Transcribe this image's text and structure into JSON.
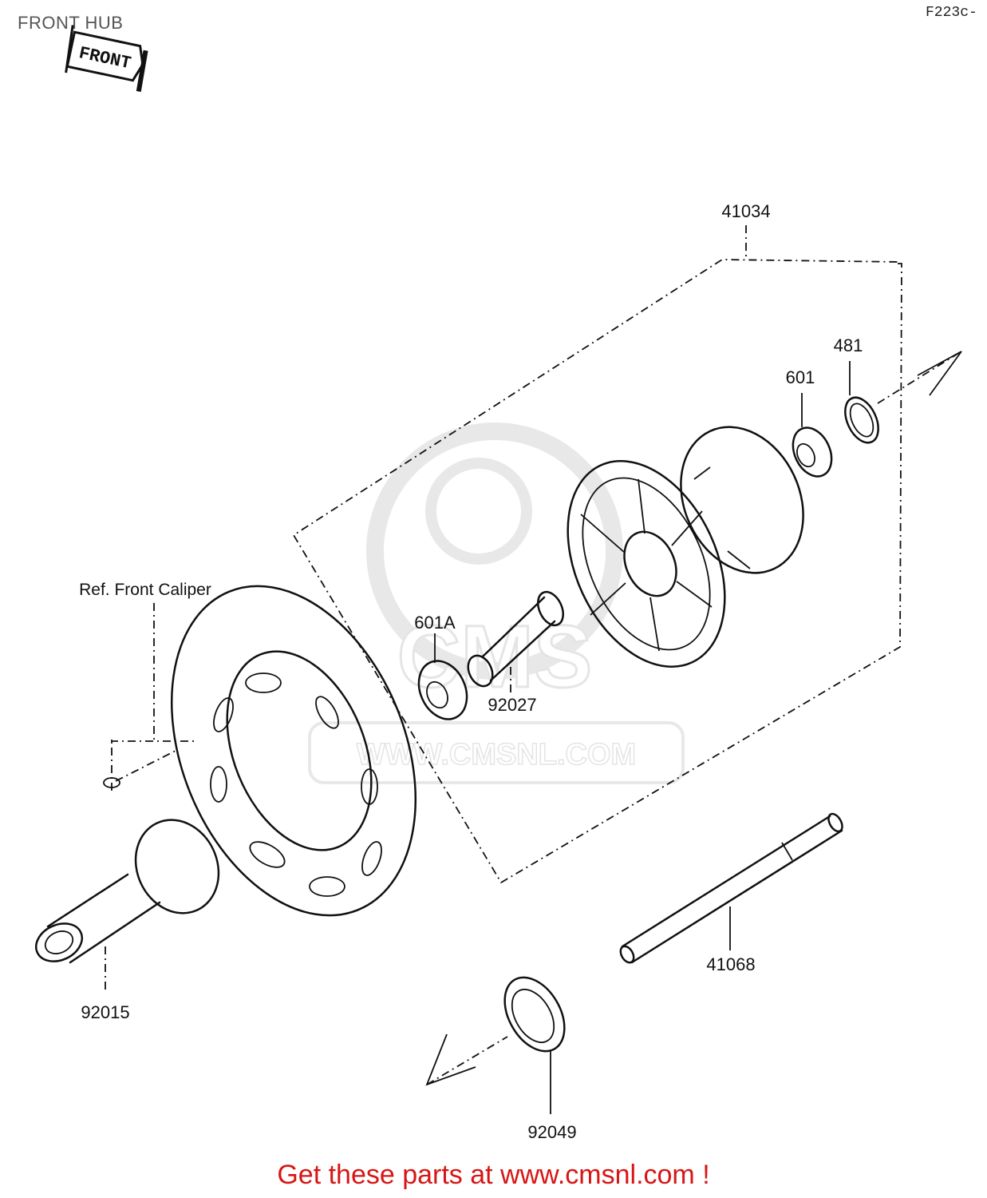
{
  "header": {
    "title": "FRONT HUB",
    "ref_code": "F223c-"
  },
  "direction_marker": {
    "label": "FRONT"
  },
  "parts": [
    {
      "number": "41034"
    },
    {
      "number": "481"
    },
    {
      "number": "601"
    },
    {
      "number": "601A"
    },
    {
      "number": "92027"
    },
    {
      "number": "92015"
    },
    {
      "number": "41068"
    },
    {
      "number": "92049"
    }
  ],
  "reference_note": "Ref. Front  Caliper",
  "watermark": {
    "text": "WWW.CMSNL.COM",
    "logo": "CMS"
  },
  "footer": {
    "cta": "Get these parts at www.cmsnl.com !"
  },
  "colors": {
    "cta": "#d81515",
    "line": "#111111",
    "watermark": "#cfcfcf"
  }
}
